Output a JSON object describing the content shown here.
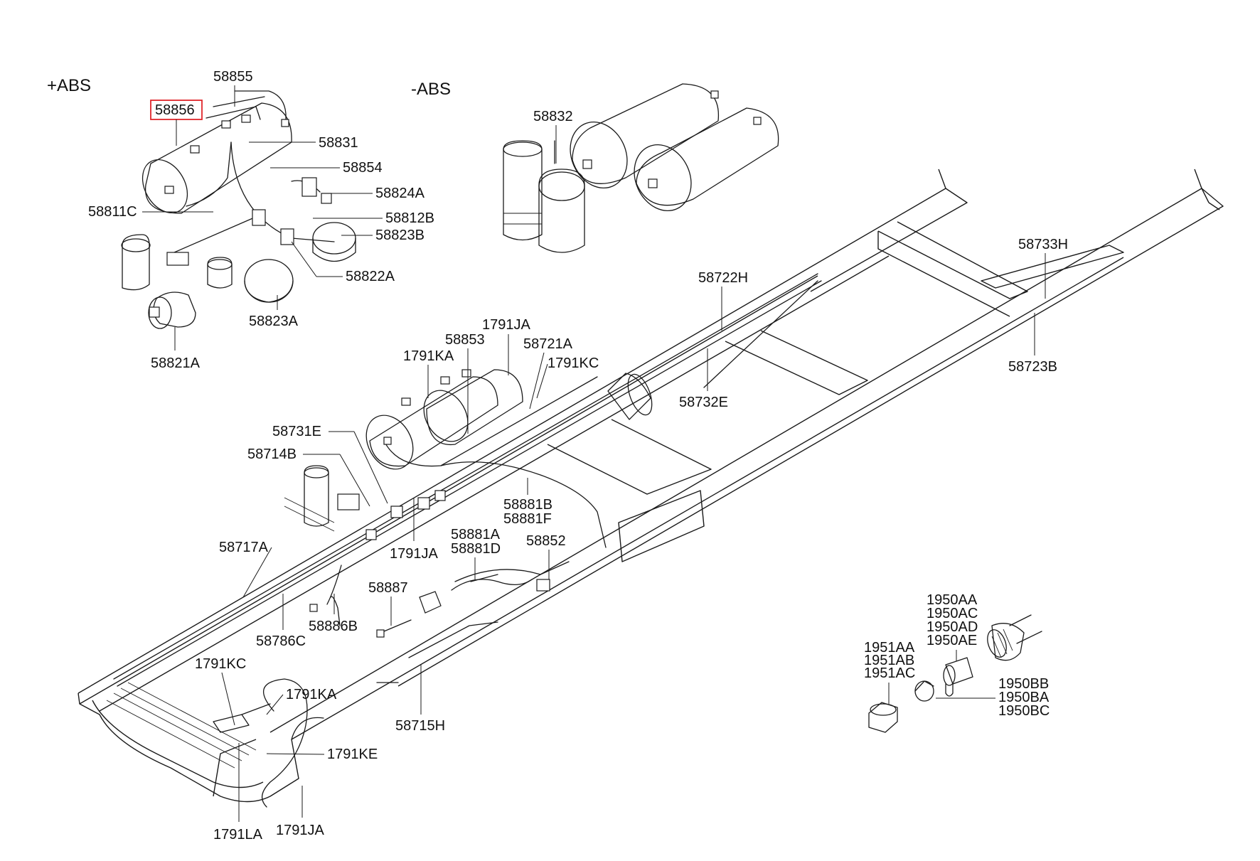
{
  "section_labels": {
    "abs_plus": "+ABS",
    "abs_minus": "-ABS"
  },
  "highlight_color": "#e0262b",
  "parts": {
    "p58855": "58855",
    "p58856": "58856",
    "p58831": "58831",
    "p58854": "58854",
    "p58824A": "58824A",
    "p58811C": "58811C",
    "p58812B": "58812B",
    "p58823B": "58823B",
    "p58822A": "58822A",
    "p58823A": "58823A",
    "p58821A": "58821A",
    "p58832": "58832",
    "p58733H": "58733H",
    "p58722H": "58722H",
    "p58723B": "58723B",
    "p1791JA_top": "1791JA",
    "p58853": "58853",
    "p58721A": "58721A",
    "p1791KA_top": "1791KA",
    "p1791KC_top": "1791KC",
    "p58732E": "58732E",
    "p58731E": "58731E",
    "p58714B": "58714B",
    "p58881B": "58881B",
    "p58881F": "58881F",
    "p58881A": "58881A",
    "p58881D": "58881D",
    "p58852": "58852",
    "p1791JA_mid": "1791JA",
    "p58717A": "58717A",
    "p58887": "58887",
    "p58886B": "58886B",
    "p58786C": "58786C",
    "p1791KC_bot": "1791KC",
    "p1791KA_bot": "1791KA",
    "p58715H": "58715H",
    "p1791KE": "1791KE",
    "p1791LA": "1791LA",
    "p1791JA_bot": "1791JA",
    "p1950AA": "1950AA",
    "p1950AC": "1950AC",
    "p1950AD": "1950AD",
    "p1950AE": "1950AE",
    "p1951AA": "1951AA",
    "p1951AB": "1951AB",
    "p1951AC": "1951AC",
    "p1950BB": "1950BB",
    "p1950BA": "1950BA",
    "p1950BC": "1950BC"
  }
}
